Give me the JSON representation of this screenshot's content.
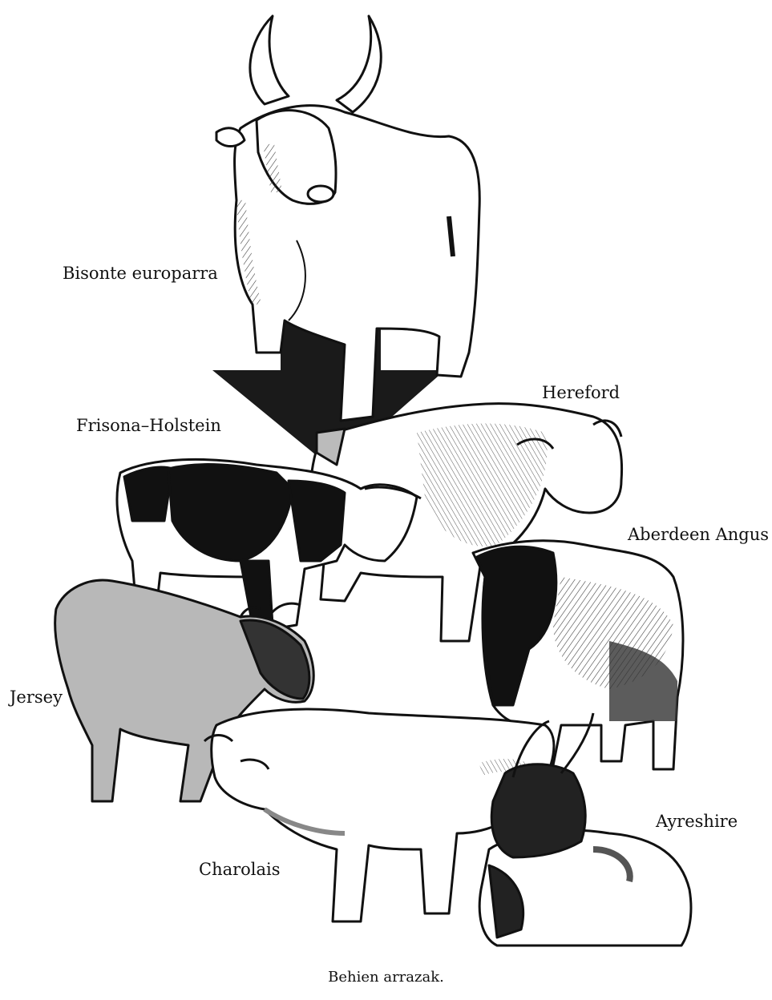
{
  "figure": {
    "caption": "Behien arrazak.",
    "labels": {
      "bison": "Bisonte europarra",
      "hereford": "Hereford",
      "frisona": "Frisona–Holstein",
      "angus": "Aberdeen Angus",
      "jersey": "Jersey",
      "ayreshire": "Ayreshire",
      "charolais": "Charolais"
    },
    "arrow_color": "#1a1a1a",
    "ink_color": "#111111"
  }
}
